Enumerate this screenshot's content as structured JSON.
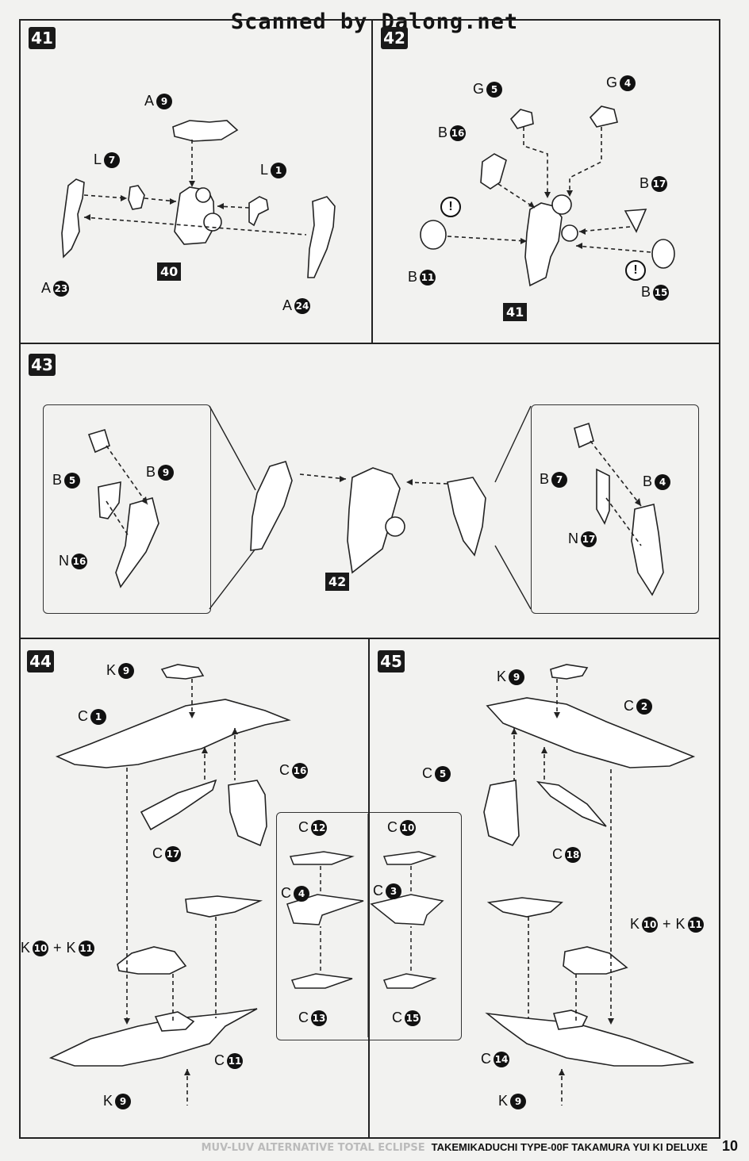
{
  "header": {
    "scan_credit": "Scanned by Dalong.net"
  },
  "steps": {
    "s41": {
      "num": "41",
      "labels": {
        "a9": [
          "A",
          "9"
        ],
        "l7": [
          "L",
          "7"
        ],
        "l1": [
          "L",
          "1"
        ],
        "a23": [
          "A",
          "23"
        ],
        "a24": [
          "A",
          "24"
        ]
      },
      "sub": "40"
    },
    "s42": {
      "num": "42",
      "labels": {
        "g5": [
          "G",
          "5"
        ],
        "g4": [
          "G",
          "4"
        ],
        "b16": [
          "B",
          "16"
        ],
        "b17": [
          "B",
          "17"
        ],
        "b11": [
          "B",
          "11"
        ],
        "b15": [
          "B",
          "15"
        ]
      },
      "sub": "41",
      "warn": "!"
    },
    "s43": {
      "num": "43",
      "labels": {
        "b5": [
          "B",
          "5"
        ],
        "b9": [
          "B",
          "9"
        ],
        "n16": [
          "N",
          "16"
        ],
        "b7": [
          "B",
          "7"
        ],
        "b4": [
          "B",
          "4"
        ],
        "n17": [
          "N",
          "17"
        ]
      },
      "sub": "42"
    },
    "s44": {
      "num": "44",
      "labels": {
        "k9t": [
          "K",
          "9"
        ],
        "c1": [
          "C",
          "1"
        ],
        "c16": [
          "C",
          "16"
        ],
        "c17": [
          "C",
          "17"
        ],
        "k10": [
          "K",
          "10"
        ],
        "k11": [
          "K",
          "11"
        ],
        "c11": [
          "C",
          "11"
        ],
        "k9b": [
          "K",
          "9"
        ]
      },
      "plus": "+"
    },
    "s45": {
      "num": "45",
      "labels": {
        "k9t": [
          "K",
          "9"
        ],
        "c2": [
          "C",
          "2"
        ],
        "c5": [
          "C",
          "5"
        ],
        "c18": [
          "C",
          "18"
        ],
        "k10": [
          "K",
          "10"
        ],
        "k11": [
          "K",
          "11"
        ],
        "c14": [
          "C",
          "14"
        ],
        "k9b": [
          "K",
          "9"
        ]
      },
      "plus": "+"
    },
    "inset": {
      "labels": {
        "c12": [
          "C",
          "12"
        ],
        "c4": [
          "C",
          "4"
        ],
        "c13": [
          "C",
          "13"
        ],
        "c10": [
          "C",
          "10"
        ],
        "c3": [
          "C",
          "3"
        ],
        "c15": [
          "C",
          "15"
        ]
      }
    }
  },
  "footer": {
    "series": "MUV-LUV ALTERNATIVE TOTAL ECLIPSE",
    "product": "TAKEMIKADUCHI TYPE-00F TAKAMURA YUI KI DELUXE",
    "page": "10"
  }
}
